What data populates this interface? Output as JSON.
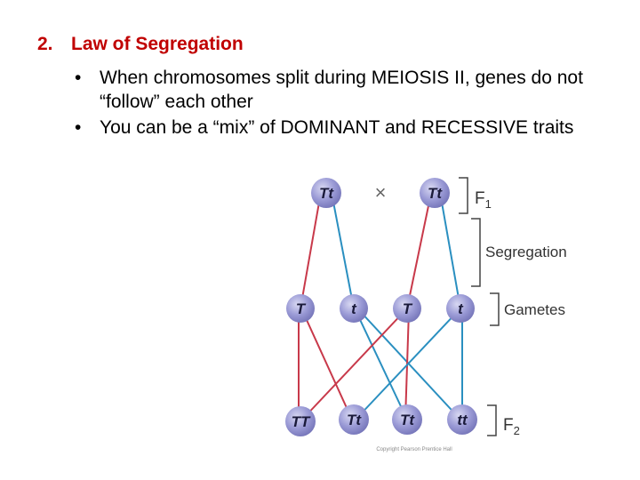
{
  "heading": {
    "number": "2.",
    "title": "Law of Segregation"
  },
  "bullets": [
    "When chromosomes split during MEIOSIS II, genes do not “follow” each other",
    "You can be a “mix” of DOMINANT and RECESSIVE traits"
  ],
  "diagram": {
    "cross_symbol": "×",
    "parents": [
      "Tt",
      "Tt"
    ],
    "gametes": [
      "T",
      "t",
      "T",
      "t"
    ],
    "offspring": [
      "TT",
      "Tt",
      "Tt",
      "tt"
    ],
    "labels": {
      "f1_main": "F",
      "f1_sub": "1",
      "segregation": "Segregation",
      "gametes": "Gametes",
      "f2_main": "F",
      "f2_sub": "2"
    },
    "credit": "Copyright Pearson Prentice Hall",
    "colors": {
      "dominant_line": "#c8394a",
      "recessive_line": "#2a8fc0",
      "node_fill": "#9b9bd6",
      "node_highlight": "#d8d8f2"
    }
  }
}
